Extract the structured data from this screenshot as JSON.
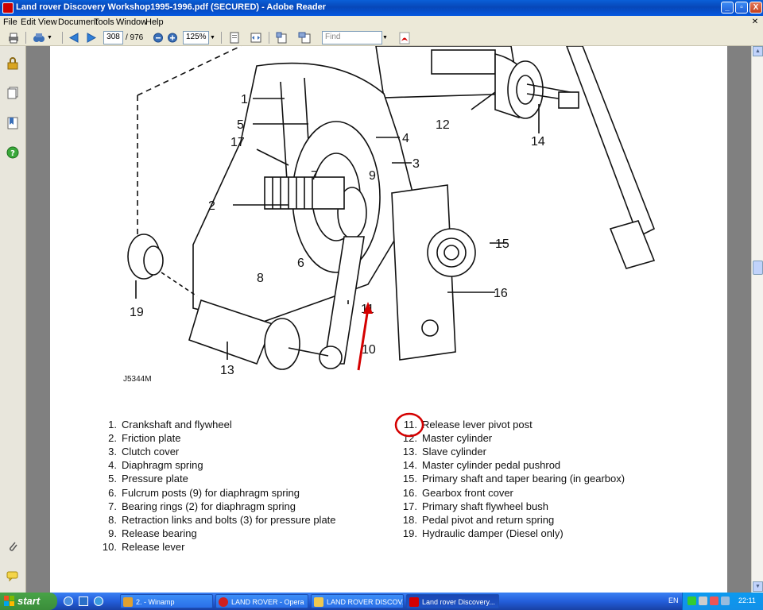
{
  "window": {
    "title": "Land rover Discovery Workshop1995-1996.pdf (SECURED) - Adobe Reader",
    "minimize": "_",
    "maximize": "▫",
    "close": "X"
  },
  "menu": [
    "File",
    "Edit",
    "View",
    "Document",
    "Tools",
    "Window",
    "Help"
  ],
  "toolbar": {
    "page_current": "308",
    "page_total": "/ 976",
    "zoom": "125%",
    "find_placeholder": "Find"
  },
  "figure": {
    "code": "J5344M",
    "callouts": [
      "1",
      "2",
      "3",
      "4",
      "5",
      "6",
      "7",
      "8",
      "9",
      "10",
      "11",
      "12",
      "13",
      "14",
      "15",
      "16",
      "17",
      "19"
    ]
  },
  "legend_left": [
    {
      "num": "1.",
      "text": "Crankshaft and flywheel"
    },
    {
      "num": "2.",
      "text": "Friction plate"
    },
    {
      "num": "3.",
      "text": "Clutch cover"
    },
    {
      "num": "4.",
      "text": "Diaphragm spring"
    },
    {
      "num": "5.",
      "text": "Pressure plate"
    },
    {
      "num": "6.",
      "text": "Fulcrum posts (9) for diaphragm spring"
    },
    {
      "num": "7.",
      "text": "Bearing rings (2) for diaphragm spring"
    },
    {
      "num": "8.",
      "text": "Retraction links and bolts (3) for pressure plate"
    },
    {
      "num": "9.",
      "text": "Release bearing"
    },
    {
      "num": "10.",
      "text": "Release lever"
    }
  ],
  "legend_right": [
    {
      "num": "11.",
      "text": "Release lever pivot post"
    },
    {
      "num": "12.",
      "text": "Master cylinder"
    },
    {
      "num": "13.",
      "text": "Slave cylinder"
    },
    {
      "num": "14.",
      "text": "Master cylinder pedal pushrod"
    },
    {
      "num": "15.",
      "text": "Primary shaft and taper bearing (in gearbox)"
    },
    {
      "num": "16.",
      "text": "Gearbox front cover"
    },
    {
      "num": "17.",
      "text": "Primary shaft flywheel bush"
    },
    {
      "num": "18.",
      "text": "Pedal pivot and return spring"
    },
    {
      "num": "19.",
      "text": "Hydraulic damper (Diesel only)"
    }
  ],
  "taskbar": {
    "start": "start",
    "tasks": [
      {
        "label": "2. - Winamp"
      },
      {
        "label": "LAND ROVER - Opera"
      },
      {
        "label": "LAND ROVER DISCOV..."
      },
      {
        "label": "Land rover Discovery..."
      }
    ],
    "lang": "EN",
    "clock": "22:11"
  },
  "colors": {
    "annotation_red": "#d40000",
    "titlebar_blue": "#0a5fd8"
  }
}
